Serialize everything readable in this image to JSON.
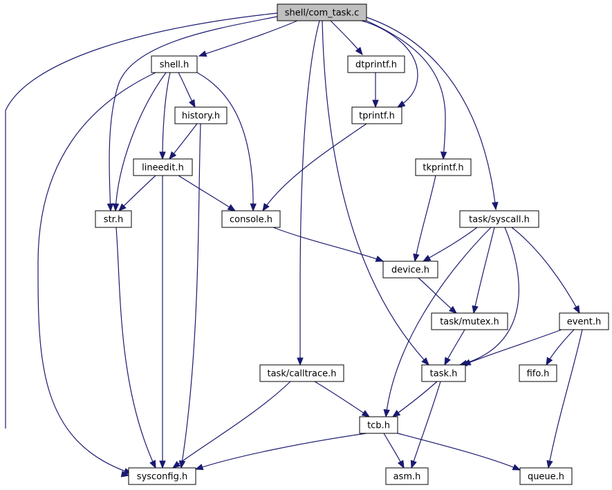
{
  "colors": {
    "edge": "#191970",
    "root_fill": "#bfbfbf",
    "node_fill": "#ffffff",
    "node_border": "#000000"
  },
  "nodes": [
    {
      "id": "com_task",
      "label": "shell/com_task.c",
      "root": true
    },
    {
      "id": "shell",
      "label": "shell.h"
    },
    {
      "id": "dtprintf",
      "label": "dtprintf.h"
    },
    {
      "id": "history",
      "label": "history.h"
    },
    {
      "id": "tprintf",
      "label": "tprintf.h"
    },
    {
      "id": "lineedit",
      "label": "lineedit.h"
    },
    {
      "id": "tkprintf",
      "label": "tkprintf.h"
    },
    {
      "id": "str",
      "label": "str.h"
    },
    {
      "id": "console",
      "label": "console.h"
    },
    {
      "id": "syscall",
      "label": "task/syscall.h"
    },
    {
      "id": "device",
      "label": "device.h"
    },
    {
      "id": "mutex",
      "label": "task/mutex.h"
    },
    {
      "id": "event",
      "label": "event.h"
    },
    {
      "id": "calltrace",
      "label": "task/calltrace.h"
    },
    {
      "id": "task",
      "label": "task.h"
    },
    {
      "id": "fifo",
      "label": "fifo.h"
    },
    {
      "id": "tcb",
      "label": "tcb.h"
    },
    {
      "id": "sysconfig",
      "label": "sysconfig.h"
    },
    {
      "id": "asm",
      "label": "asm.h"
    },
    {
      "id": "queue",
      "label": "queue.h"
    }
  ],
  "edges": [
    [
      "com_task",
      "shell"
    ],
    [
      "com_task",
      "dtprintf"
    ],
    [
      "com_task",
      "tprintf"
    ],
    [
      "com_task",
      "tkprintf"
    ],
    [
      "com_task",
      "syscall"
    ],
    [
      "com_task",
      "str"
    ],
    [
      "com_task",
      "calltrace"
    ],
    [
      "com_task",
      "task"
    ],
    [
      "com_task",
      "sysconfig"
    ],
    [
      "shell",
      "history"
    ],
    [
      "shell",
      "lineedit"
    ],
    [
      "shell",
      "str"
    ],
    [
      "shell",
      "console"
    ],
    [
      "shell",
      "sysconfig"
    ],
    [
      "dtprintf",
      "tprintf"
    ],
    [
      "tprintf",
      "console"
    ],
    [
      "history",
      "lineedit"
    ],
    [
      "history",
      "sysconfig"
    ],
    [
      "lineedit",
      "str"
    ],
    [
      "lineedit",
      "console"
    ],
    [
      "lineedit",
      "sysconfig"
    ],
    [
      "tkprintf",
      "device"
    ],
    [
      "str",
      "sysconfig"
    ],
    [
      "console",
      "device"
    ],
    [
      "syscall",
      "device"
    ],
    [
      "syscall",
      "mutex"
    ],
    [
      "syscall",
      "event"
    ],
    [
      "syscall",
      "task"
    ],
    [
      "syscall",
      "tcb"
    ],
    [
      "device",
      "mutex"
    ],
    [
      "mutex",
      "task"
    ],
    [
      "event",
      "task"
    ],
    [
      "event",
      "fifo"
    ],
    [
      "event",
      "queue"
    ],
    [
      "calltrace",
      "tcb"
    ],
    [
      "calltrace",
      "sysconfig"
    ],
    [
      "task",
      "tcb"
    ],
    [
      "task",
      "asm"
    ],
    [
      "tcb",
      "sysconfig"
    ],
    [
      "tcb",
      "asm"
    ],
    [
      "tcb",
      "queue"
    ]
  ]
}
